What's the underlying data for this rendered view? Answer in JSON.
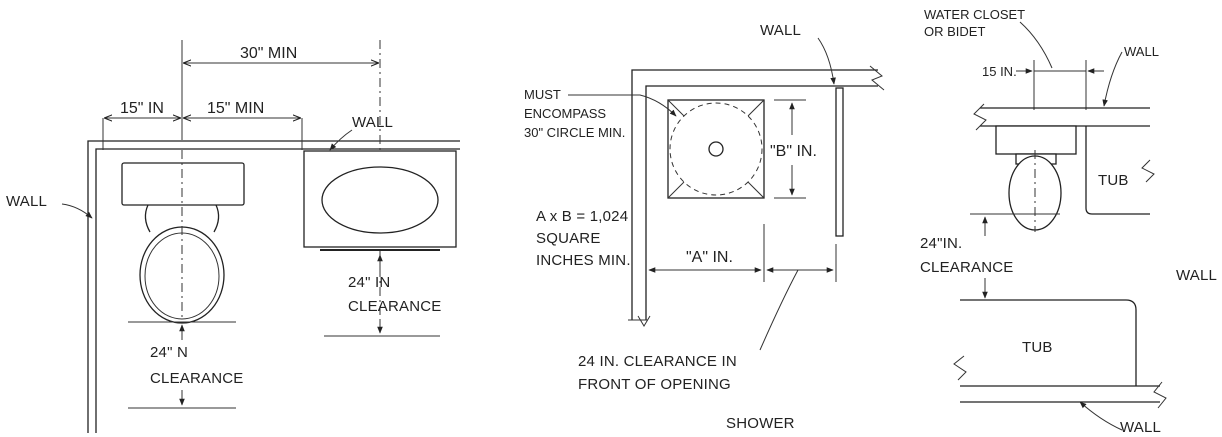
{
  "toilet_lavatory": {
    "dim_30_min": "30\" MIN",
    "dim_15_in": "15\" IN",
    "dim_15_min": "15\" MIN",
    "wall_top": "WALL",
    "wall_left": "WALL",
    "lav_clearance_line1": "24\" IN",
    "lav_clearance_line2": "CLEARANCE",
    "wc_clearance_line1": "24\" N",
    "wc_clearance_line2": "CLEARANCE"
  },
  "shower": {
    "wall": "WALL",
    "must_line1": "MUST",
    "must_line2": "ENCOMPASS",
    "must_line3": "30\" CIRCLE MIN.",
    "dim_b": "\"B\" IN.",
    "dim_a": "\"A\" IN.",
    "area_line1": "A x B = 1,024",
    "area_line2": "SQUARE",
    "area_line3": "INCHES MIN.",
    "opening_line1": "24 IN. CLEARANCE IN",
    "opening_line2": "FRONT OF OPENING",
    "caption": "SHOWER"
  },
  "tub": {
    "wc_line1": "WATER CLOSET",
    "wc_line2": "OR BIDET",
    "wall_top": "WALL",
    "dim_15": "15 IN.",
    "tub_upper": "TUB",
    "clearance_line1": "24\"IN.",
    "clearance_line2": "CLEARANCE",
    "wall_right": "WALL",
    "tub_lower": "TUB",
    "wall_bottom": "WALL"
  }
}
